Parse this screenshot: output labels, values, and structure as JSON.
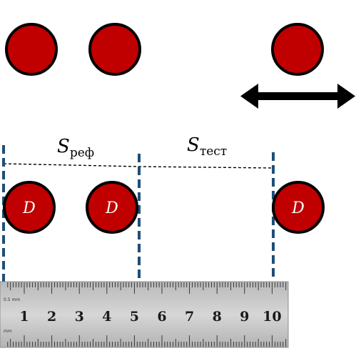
{
  "diagram": {
    "circle_label": "D",
    "s_ref": {
      "symbol": "S",
      "subscript": "реф"
    },
    "s_test": {
      "symbol": "S",
      "subscript": "тест"
    },
    "ruler": {
      "numbers": [
        "1",
        "2",
        "3",
        "4",
        "5",
        "6",
        "7",
        "8",
        "9",
        "10"
      ],
      "corner_top": "0.5 mm",
      "corner_bottom": "mm"
    }
  },
  "colors": {
    "circle_fill": "#c00000",
    "circle_stroke": "#000000",
    "guide_line": "#1f4e79",
    "arrow": "#000000",
    "ruler_face": "#c9c9c9"
  },
  "icons": {
    "arrow": "double-headed-arrow-icon"
  }
}
